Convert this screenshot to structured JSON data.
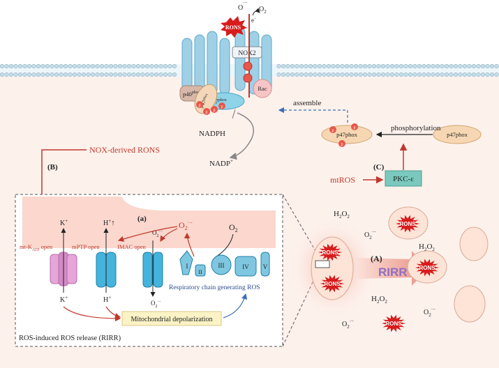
{
  "top": {
    "superoxide": "O",
    "superoxide_sup": "2",
    "superoxide_charge": "·−",
    "oxygen": "O",
    "oxygen_sub": "2",
    "electron": "e",
    "electron_sup": "−",
    "rons_badge": "RONS",
    "nox2": "NOX2",
    "p40phox": "p40",
    "p40phox_sup": "phox",
    "p47phox": "p47",
    "p47phox_sup": "phox",
    "p67phox": "p67",
    "p67phox_sup": "phox",
    "rac": "Rac",
    "p_label": "p",
    "assemble": "assemble",
    "nadph": "NADPH",
    "nadp": "NADP",
    "nadp_sup": "+"
  },
  "signaling": {
    "phosphorylation": "phosphorylation",
    "p47phox_left": "p47phox",
    "p47phox_right": "p47phox",
    "c_label": "(C)",
    "mtros": "mtROS",
    "pkc": "PKC-ε",
    "b_label": "(B)",
    "nox_derived": "NOX-derived RONS"
  },
  "rirr_box": {
    "a_label": "(a)",
    "k_top": "K",
    "k_sup": "+",
    "h_top": "H",
    "h_sup": "+",
    "up_arrow": "↑",
    "mtk": "mt-K",
    "mtk_sub": "ATP",
    "mtk_tail": "open",
    "mptp": "mPTP open",
    "imac": "IMAC open",
    "k_bottom": "K",
    "h_bottom": "H",
    "o2_label": "O",
    "o2_sub": "2",
    "chain_I": "I",
    "chain_II": "II",
    "chain_III": "III",
    "chain_IV": "IV",
    "chain_V": "V",
    "resp_chain": "Respiratory chain generating ROS",
    "depolarization": "Mitochondrial depolarization",
    "caption": "ROS-induced ROS release (RIRR)"
  },
  "right": {
    "a_label": "(A)",
    "rirr": "RIRR",
    "h2o2": "H",
    "h2o2_sub": "2",
    "h2o2_tail": "O",
    "h2o2_tail_sub": "2"
  },
  "colors": {
    "accent_red": "#c0392b",
    "burst_red": "#d81b1b",
    "membrane_blue": "#9fd0e6",
    "channel_blue": "#29a5cf",
    "mito_fill": "#fde4d7",
    "pink_bg": "#fdece5"
  }
}
